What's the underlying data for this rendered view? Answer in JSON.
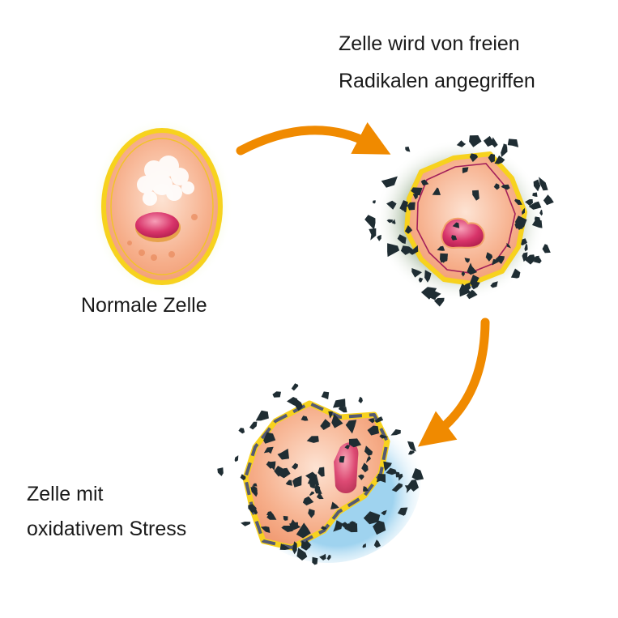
{
  "labels": {
    "attacked_line1": "Zelle wird von freien",
    "attacked_line2": "Radikalen angegriffen",
    "normal": "Normale Zelle",
    "stress_line1": "Zelle mit",
    "stress_line2": "oxidativem Stress"
  },
  "colors": {
    "arrow": "#f08a00",
    "membrane": "#f7d21e",
    "cytoplasm": "#f6b08e",
    "nucleus": "#d8346a",
    "radical": "#1f2d33",
    "stress_halo": "#9fd3ef",
    "attack_halo": "#b7c7b0"
  }
}
